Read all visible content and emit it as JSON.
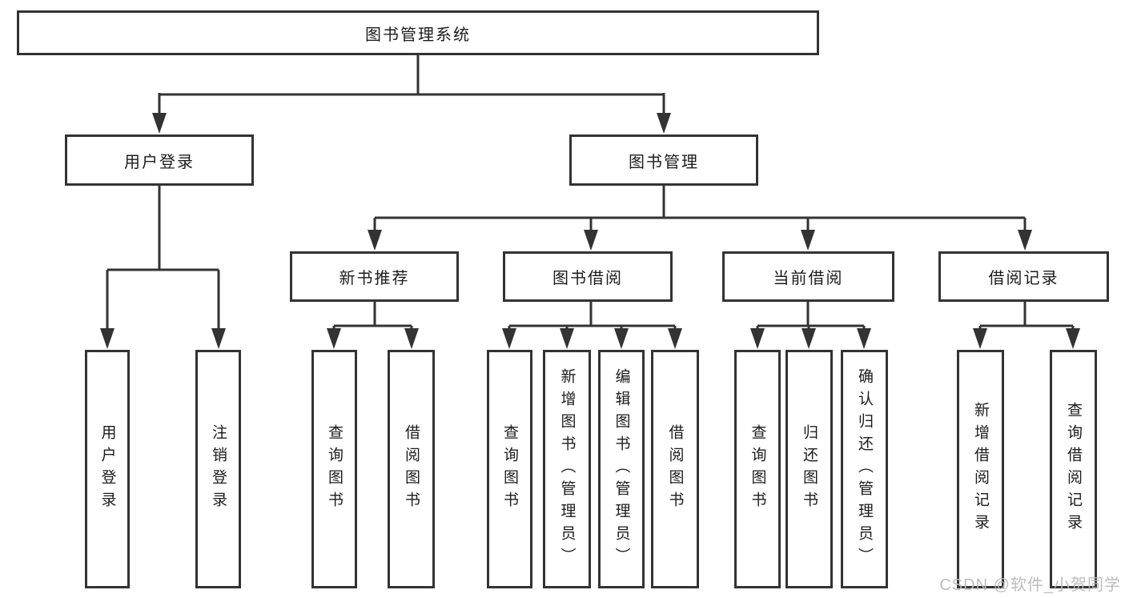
{
  "diagram": {
    "root": {
      "label": "图书管理系统",
      "children": [
        {
          "label": "用户登录",
          "children": [
            {
              "label": "用户登录"
            },
            {
              "label": "注销登录"
            }
          ]
        },
        {
          "label": "图书管理",
          "children": [
            {
              "label": "新书推荐",
              "children": [
                {
                  "label": "查询图书"
                },
                {
                  "label": "借阅图书"
                }
              ]
            },
            {
              "label": "图书借阅",
              "children": [
                {
                  "label": "查询图书"
                },
                {
                  "label": "新增图书（管理员）"
                },
                {
                  "label": "编辑图书（管理员）"
                },
                {
                  "label": "借阅图书"
                }
              ]
            },
            {
              "label": "当前借阅",
              "children": [
                {
                  "label": "查询图书"
                },
                {
                  "label": "归还图书"
                },
                {
                  "label": "确认归还（管理员）"
                }
              ]
            },
            {
              "label": "借阅记录",
              "children": [
                {
                  "label": "新增借阅记录"
                },
                {
                  "label": "查询借阅记录"
                }
              ]
            }
          ]
        }
      ]
    }
  },
  "watermark": {
    "text": "CSDN @软件_小贺同学"
  },
  "colors": {
    "line": "#333333",
    "box_border": "#333333",
    "text": "#1c1c1c",
    "watermark": "#b9b9b9",
    "background": "#ffffff"
  }
}
